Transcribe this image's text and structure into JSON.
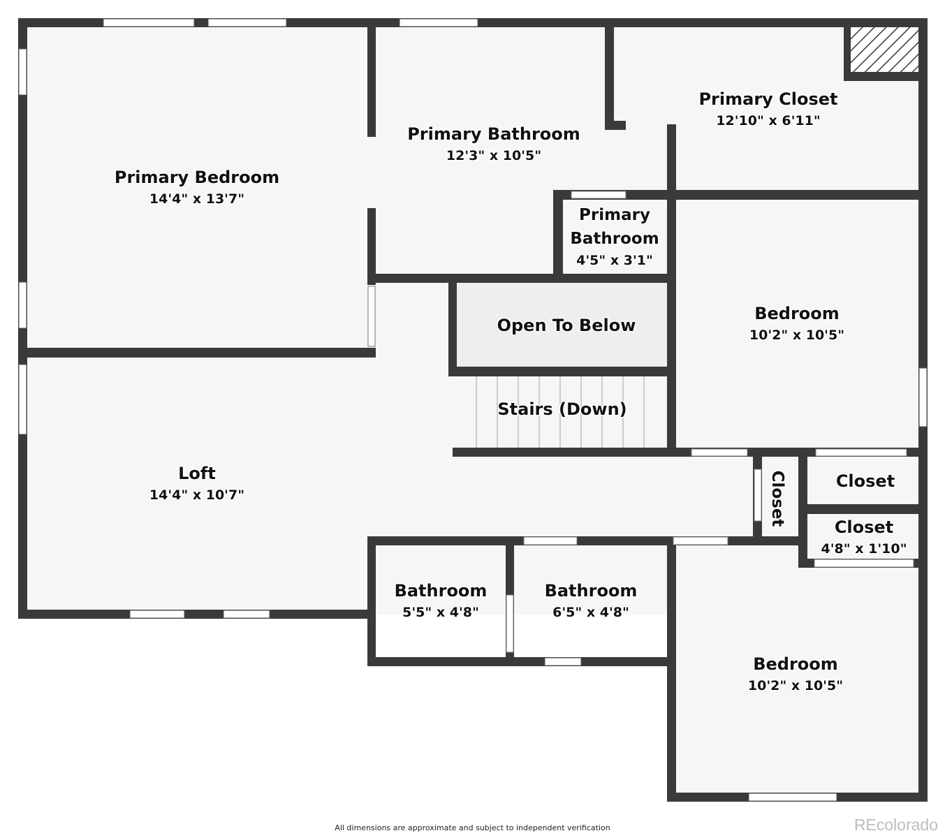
{
  "plan": {
    "colors": {
      "wall": "#3a3a3a",
      "floor": "#f6f6f6",
      "open_floor": "#eeeeee",
      "window": "#ffffff",
      "hatch": "#3a3a3a"
    },
    "rooms": {
      "primary_bedroom": {
        "name": "Primary Bedroom",
        "dims": "14'4\" x 13'7\""
      },
      "primary_bathroom": {
        "name": "Primary Bathroom",
        "dims": "12'3\" x 10'5\""
      },
      "primary_closet": {
        "name": "Primary Closet",
        "dims": "12'10\" x 6'11\""
      },
      "primary_bathroom_wc": {
        "name_line1": "Primary",
        "name_line2": "Bathroom",
        "dims": "4'5\" x 3'1\""
      },
      "bedroom_upper": {
        "name": "Bedroom",
        "dims": "10'2\" x 10'5\""
      },
      "open_to_below": {
        "name": "Open To Below"
      },
      "stairs": {
        "name": "Stairs (Down)"
      },
      "loft": {
        "name": "Loft",
        "dims": "14'4\" x 10'7\""
      },
      "closet_vertical": {
        "name": "Closet"
      },
      "closet_upper": {
        "name": "Closet"
      },
      "closet_lower": {
        "name": "Closet",
        "dims": "4'8\" x 1'10\""
      },
      "bathroom_left": {
        "name": "Bathroom",
        "dims": "5'5\" x 4'8\""
      },
      "bathroom_right": {
        "name": "Bathroom",
        "dims": "6'5\" x 4'8\""
      },
      "bedroom_lower": {
        "name": "Bedroom",
        "dims": "10'2\" x 10'5\""
      }
    }
  },
  "footer": {
    "disclaimer": "All dimensions are approximate and subject to independent verification",
    "brand": "REcolorado"
  }
}
